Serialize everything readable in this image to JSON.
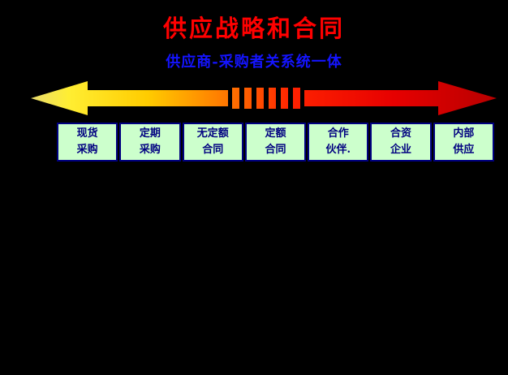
{
  "slide": {
    "title": "供应战略和合同",
    "subtitle": "供应商-采购者关系统一体"
  },
  "colors": {
    "background": "#000000",
    "title_red": "#ff0000",
    "subtitle_blue": "#1414ff",
    "box_background": "#ccffcc",
    "box_border_and_text": "#000080",
    "arrow_gradient_left": "#eadc6e",
    "arrow_gradient_mid": "#ff7700",
    "arrow_gradient_right": "#b80000"
  },
  "continuum_boxes": [
    {
      "line1": "现货",
      "line2": "采购"
    },
    {
      "line1": "定期",
      "line2": "采购"
    },
    {
      "line1": "无定额",
      "line2": "合同"
    },
    {
      "line1": "定额",
      "line2": "合同"
    },
    {
      "line1": "合作",
      "line2": "伙伴."
    },
    {
      "line1": "合资",
      "line2": "企业"
    },
    {
      "line1": "内部",
      "line2": "供应"
    }
  ]
}
